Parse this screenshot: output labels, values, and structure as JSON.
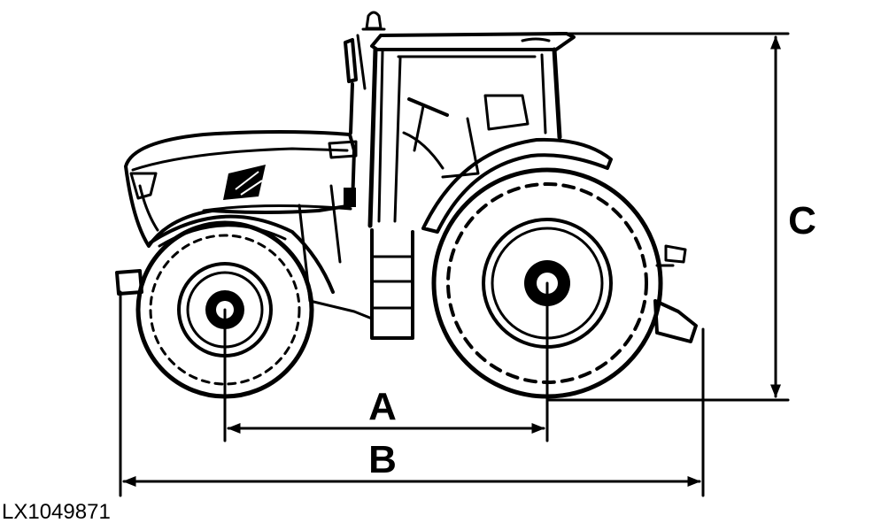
{
  "labels": {
    "wheelbase": "A",
    "overall_length": "B",
    "overall_height": "C"
  },
  "figure_id": "LX1049871",
  "colors": {
    "ink": "#000000",
    "background": "#ffffff"
  }
}
